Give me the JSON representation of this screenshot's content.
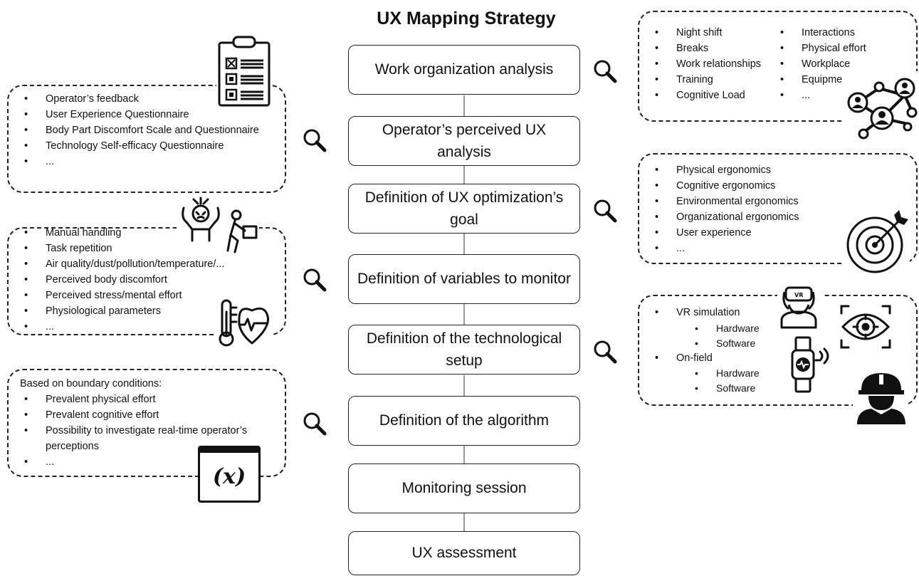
{
  "title": "UX Mapping Strategy",
  "steps": [
    "Work organization analysis",
    "Operator’s perceived UX analysis",
    "Definition of UX optimization’s goal",
    "Definition of variables to monitor",
    "Definition of the technological setup",
    "Definition of the algorithm",
    "Monitoring session",
    "UX assessment"
  ],
  "panels": {
    "work_organization": {
      "col1": [
        "Night shift",
        "Breaks",
        "Work relationships",
        "Training",
        "Cognitive Load"
      ],
      "col2": [
        "Interactions",
        "Physical effort",
        "Workplace",
        "Equipment",
        "..."
      ]
    },
    "perceived_ux": [
      "Operator’s feedback",
      "User Experience Questionnaire",
      "Body Part Discomfort Scale and Questionnaire",
      "Technology Self-efficacy Questionnaire",
      "..."
    ],
    "optimization_goal": [
      "Physical ergonomics",
      "Cognitive ergonomics",
      "Environmental ergonomics",
      "Organizational ergonomics",
      "User experience",
      "..."
    ],
    "variables": [
      "Manual handling",
      "Task repetition",
      "Air quality/dust/pollution/temperature/...",
      "Perceived body discomfort",
      "Perceived stress/mental effort",
      "Physiological parameters",
      "..."
    ],
    "tech_setup": {
      "vr": "VR simulation",
      "vr_items": [
        "Hardware",
        "Software"
      ],
      "onfield": "On-field",
      "onfield_items": [
        "Hardware",
        "Software"
      ]
    },
    "algorithm": {
      "intro": "Based on boundary conditions:",
      "items": [
        "Prevalent physical effort",
        "Prevalent cognitive effort",
        "Possibility to investigate real-time operator’s perceptions",
        "..."
      ],
      "function_label": "(x)"
    }
  },
  "icons": {
    "vr_label": "VR"
  }
}
